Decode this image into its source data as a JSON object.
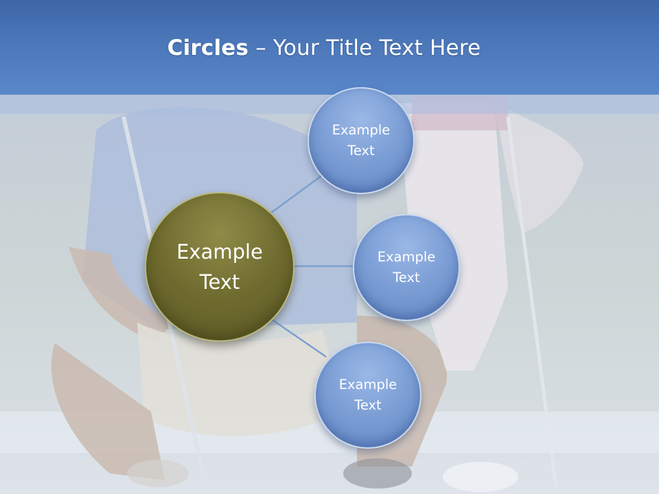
{
  "slide": {
    "title_bold": "Circles",
    "title_rest": " – Your Title Text Here"
  },
  "diagram": {
    "center_label": "Example\nText",
    "nodes": [
      {
        "label": "Example\nText"
      },
      {
        "label": "Example\nText"
      },
      {
        "label": "Example\nText"
      }
    ],
    "colors": {
      "center": "#6b6830",
      "nodes": "#7d9fd6",
      "connector": "#7b9fd0",
      "title_band": "#4d79bb"
    }
  }
}
